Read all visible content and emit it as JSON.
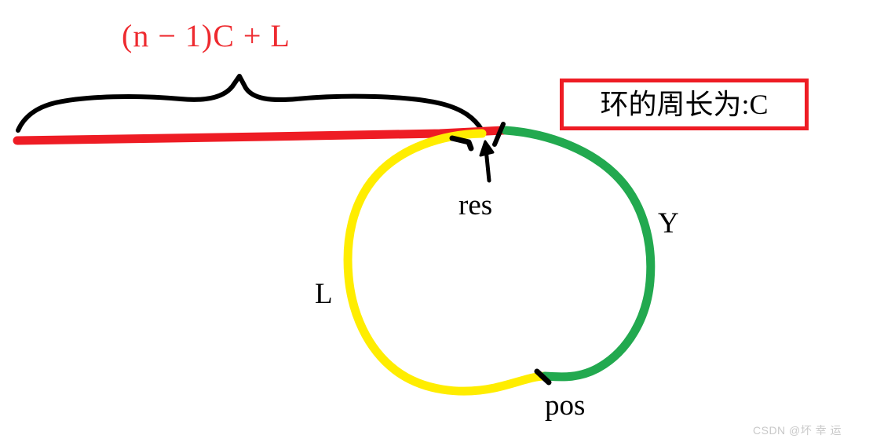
{
  "diagram": {
    "title": "linked-list-cycle-floyd-diagram",
    "background": "#ffffff",
    "formula_label": "(n − 1)C + L",
    "ring_note": "环的周长为:C",
    "point_res": "res",
    "point_pos": "pos",
    "arc_green_label": "Y",
    "arc_yellow_label": "L",
    "watermark": "CSDN @坏 幸 运"
  },
  "colors": {
    "red": "#ee1c24",
    "yellow": "#ffed00",
    "green": "#22a94f",
    "black": "#000000",
    "watermark_gray": "#c9c9c9",
    "background": "#ffffff"
  },
  "elements": {
    "tail_line_name": "red-tail-line",
    "brace_name": "curly-brace",
    "arrow_name": "res-pointer-arrow",
    "circle_name": "cycle-ring"
  }
}
